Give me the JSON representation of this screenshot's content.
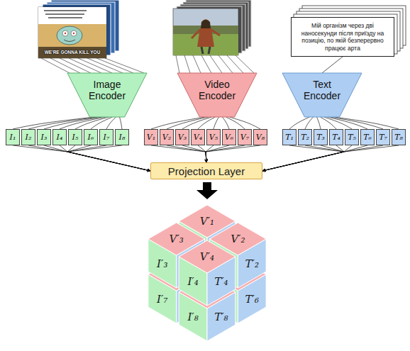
{
  "diagram": {
    "nodes": [
      {
        "text": [
          "Мій організм через дві наносекунди після приїзду на позицію, по якій безперервно працює арта"
        ]
      },
      {
        "text": [
          "Image Encoder"
        ]
      },
      {
        "text": [
          "Video Encoder"
        ]
      },
      {
        "text": [
          "Text Encoder"
        ]
      },
      {
        "text": [
          "I₁"
        ]
      },
      {
        "text": [
          "I₂"
        ]
      },
      {
        "text": [
          "I₃"
        ]
      },
      {
        "text": [
          "I₄"
        ]
      },
      {
        "text": [
          "I₅"
        ]
      },
      {
        "text": [
          "I₆"
        ]
      },
      {
        "text": [
          "I₇"
        ]
      },
      {
        "text": [
          "I₈"
        ]
      },
      {
        "text": [
          "V₁"
        ]
      },
      {
        "text": [
          "V₂"
        ]
      },
      {
        "text": [
          "V₃"
        ]
      },
      {
        "text": [
          "V₄"
        ]
      },
      {
        "text": [
          "V₅"
        ]
      },
      {
        "text": [
          "V₆"
        ]
      },
      {
        "text": [
          "V₇"
        ]
      },
      {
        "text": [
          "V₈"
        ]
      },
      {
        "text": [
          "T₁"
        ]
      },
      {
        "text": [
          "T₂"
        ]
      },
      {
        "text": [
          "T₃"
        ]
      },
      {
        "text": [
          "T₄"
        ]
      },
      {
        "text": [
          "T₅"
        ]
      },
      {
        "text": [
          "T₆"
        ]
      },
      {
        "text": [
          "T₇"
        ]
      },
      {
        "text": [
          "T₈"
        ]
      },
      {
        "text": [
          "Projection Layer"
        ]
      }
    ],
    "edges": [
      {
        "from": 0,
        "to": 3,
        "arrow": "none"
      },
      {
        "from": 1,
        "to": 4,
        "arrow": "none"
      },
      {
        "from": 1,
        "to": 5,
        "arrow": "none"
      },
      {
        "from": 1,
        "to": 6,
        "arrow": "none"
      },
      {
        "from": 1,
        "to": 7,
        "arrow": "none"
      },
      {
        "from": 1,
        "to": 8,
        "arrow": "none"
      },
      {
        "from": 1,
        "to": 9,
        "arrow": "none"
      },
      {
        "from": 1,
        "to": 10,
        "arrow": "none"
      },
      {
        "from": 1,
        "to": 11,
        "arrow": "none"
      },
      {
        "from": 2,
        "to": 12,
        "arrow": "none"
      },
      {
        "from": 2,
        "to": 13,
        "arrow": "none"
      },
      {
        "from": 2,
        "to": 14,
        "arrow": "none"
      },
      {
        "from": 2,
        "to": 15,
        "arrow": "none"
      },
      {
        "from": 2,
        "to": 16,
        "arrow": "none"
      },
      {
        "from": 2,
        "to": 17,
        "arrow": "none"
      },
      {
        "from": 2,
        "to": 18,
        "arrow": "none"
      },
      {
        "from": 2,
        "to": 19,
        "arrow": "none"
      },
      {
        "from": 3,
        "to": 20,
        "arrow": "none"
      },
      {
        "from": 3,
        "to": 21,
        "arrow": "none"
      },
      {
        "from": 3,
        "to": 22,
        "arrow": "none"
      },
      {
        "from": 3,
        "to": 23,
        "arrow": "none"
      },
      {
        "from": 3,
        "to": 24,
        "arrow": "none"
      },
      {
        "from": 3,
        "to": 25,
        "arrow": "none"
      },
      {
        "from": 3,
        "to": 26,
        "arrow": "none"
      },
      {
        "from": 3,
        "to": 27,
        "arrow": "none"
      },
      {
        "from": 4,
        "to": 28,
        "arrow": "to"
      },
      {
        "from": 5,
        "to": 28,
        "arrow": "to"
      },
      {
        "from": 6,
        "to": 28,
        "arrow": "to"
      },
      {
        "from": 7,
        "to": 28,
        "arrow": "to"
      },
      {
        "from": 8,
        "to": 28,
        "arrow": "to"
      },
      {
        "from": 9,
        "to": 28,
        "arrow": "to"
      },
      {
        "from": 10,
        "to": 28,
        "arrow": "to"
      },
      {
        "from": 11,
        "to": 28,
        "arrow": "to"
      },
      {
        "from": 12,
        "to": 28,
        "arrow": "to"
      },
      {
        "from": 13,
        "to": 28,
        "arrow": "to"
      },
      {
        "from": 14,
        "to": 28,
        "arrow": "to"
      },
      {
        "from": 15,
        "to": 28,
        "arrow": "to"
      },
      {
        "from": 16,
        "to": 28,
        "arrow": "to"
      },
      {
        "from": 17,
        "to": 28,
        "arrow": "to"
      },
      {
        "from": 18,
        "to": 28,
        "arrow": "to"
      },
      {
        "from": 19,
        "to": 28,
        "arrow": "to"
      },
      {
        "from": 20,
        "to": 28,
        "arrow": "to"
      },
      {
        "from": 21,
        "to": 28,
        "arrow": "to"
      },
      {
        "from": 22,
        "to": 28,
        "arrow": "to"
      },
      {
        "from": 23,
        "to": 28,
        "arrow": "to"
      },
      {
        "from": 24,
        "to": 28,
        "arrow": "to"
      },
      {
        "from": 25,
        "to": 28,
        "arrow": "to"
      },
      {
        "from": 26,
        "to": 28,
        "arrow": "to"
      },
      {
        "from": 27,
        "to": 28,
        "arrow": "to"
      }
    ],
    "labels": [
      "WE'RE GONNA KILL YOU",
      "V′₁",
      "V′₃",
      "V′₂",
      "V′₄",
      "I′₃",
      "I′₄",
      "T′₄",
      "T′₂",
      "I′₇",
      "I′₈",
      "T′₈",
      "T′₆"
    ]
  }
}
